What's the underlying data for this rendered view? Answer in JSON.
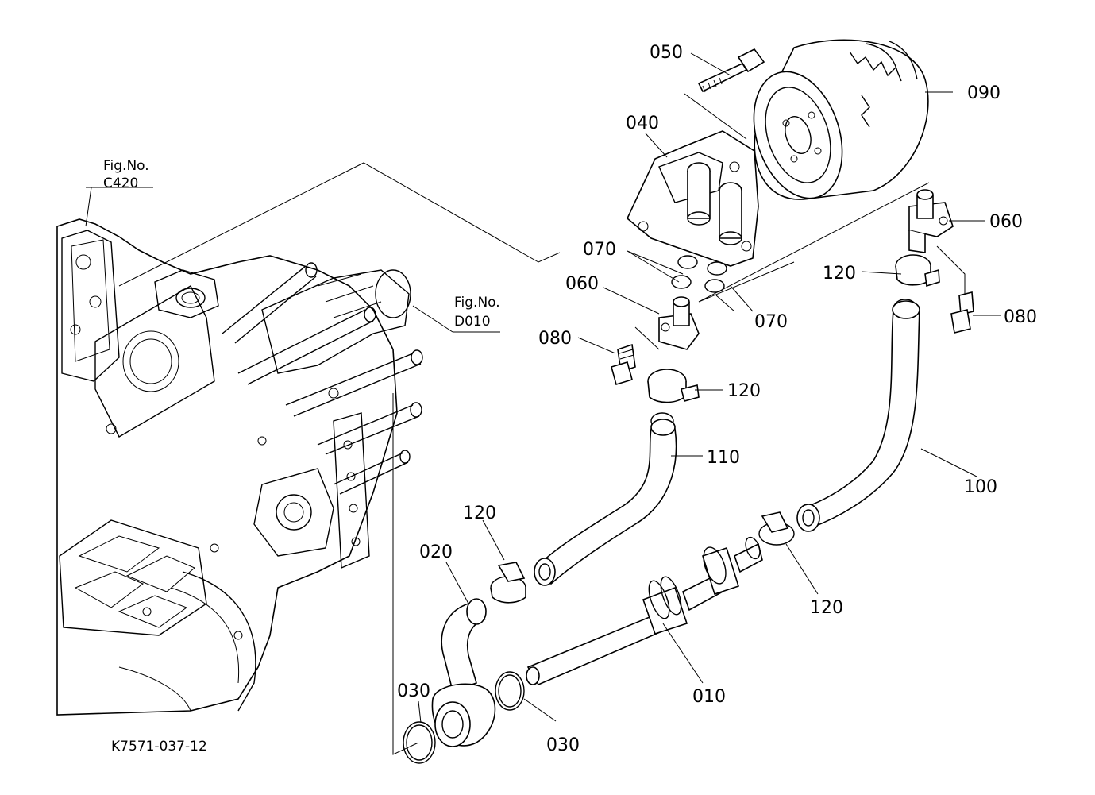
{
  "diagram_id": "K7571-037-12",
  "fig_refs": {
    "left": {
      "label": "Fig.No.",
      "number": "C420"
    },
    "right": {
      "label": "Fig.No.",
      "number": "D010"
    }
  },
  "callouts": {
    "p010": "010",
    "p020": "020",
    "p030a": "030",
    "p030b": "030",
    "p040": "040",
    "p050": "050",
    "p060a": "060",
    "p060b": "060",
    "p070a": "070",
    "p070b": "070",
    "p080a": "080",
    "p080b": "080",
    "p090": "090",
    "p100": "100",
    "p110": "110",
    "p120a": "120",
    "p120b": "120",
    "p120c": "120",
    "p120d": "120"
  }
}
